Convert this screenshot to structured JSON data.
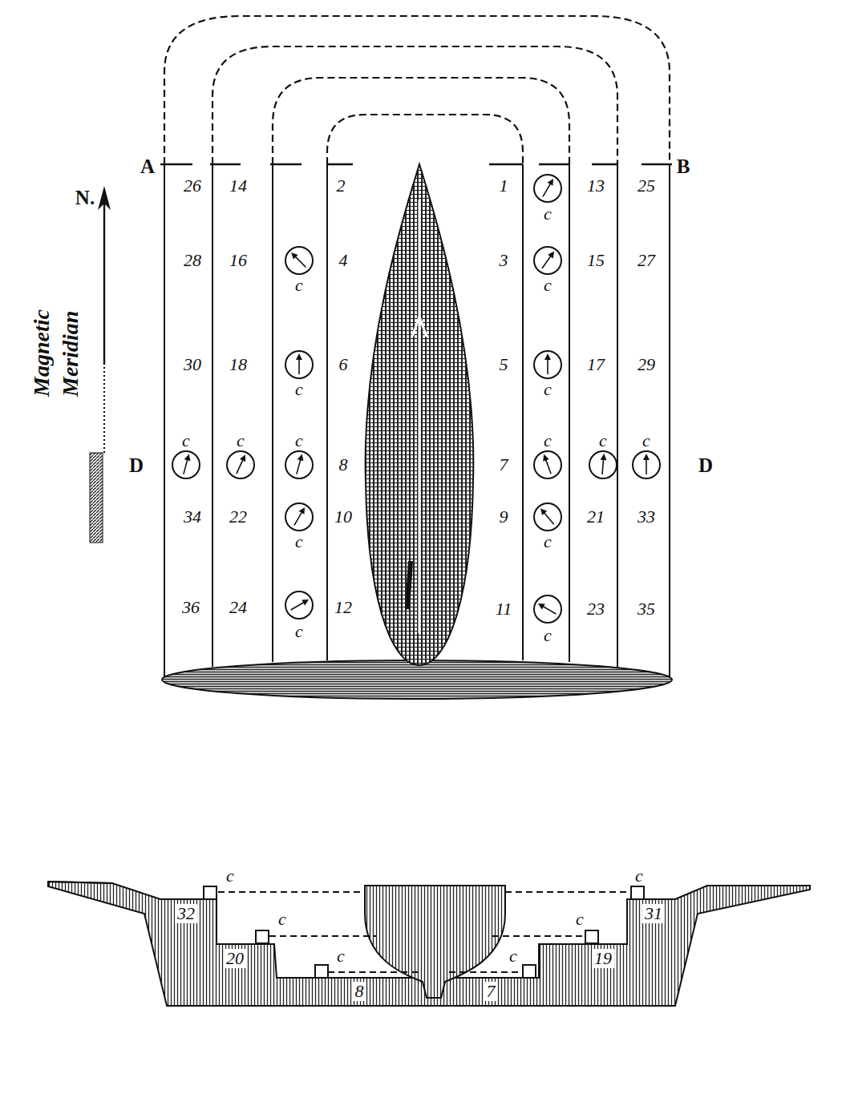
{
  "diagram": {
    "labels": [
      "A",
      "B",
      "26",
      "14",
      "2",
      "1",
      "13",
      "25",
      "c",
      "N.",
      "Magnetic Meridian",
      "28",
      "16",
      "4",
      "3",
      "15",
      "27",
      "c",
      "c",
      "30",
      "18",
      "6",
      "5",
      "17",
      "29",
      "c",
      "c",
      "c",
      "c",
      "c",
      "c",
      "c",
      "c",
      "D",
      "8",
      "7",
      "D",
      "34",
      "22",
      "10",
      "9",
      "21",
      "33",
      "c",
      "c",
      "36",
      "24",
      "12",
      "11",
      "23",
      "35",
      "c",
      "c",
      "c",
      "c",
      "c",
      "c",
      "c",
      "c",
      "32",
      "31",
      "20",
      "19",
      "8",
      "7"
    ]
  }
}
